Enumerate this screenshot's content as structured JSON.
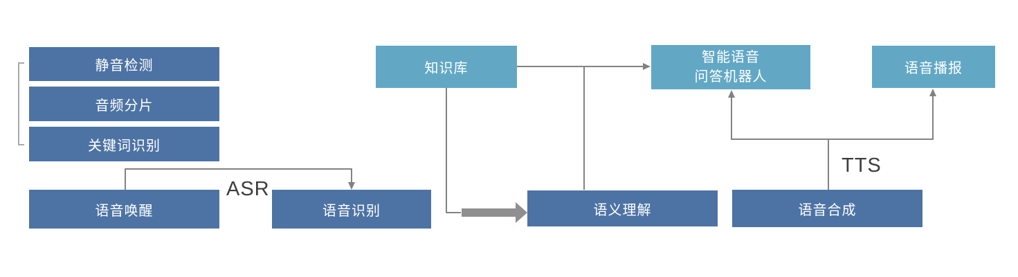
{
  "diagram_title": "",
  "colors": {
    "dark_box": "#4d73a4",
    "light_box": "#62a8c5",
    "box_text": "#ffffff",
    "connector": "#828282",
    "thick_arrow": "#8f8f8f",
    "bracket": "#a9a9a9",
    "label_text": "#3d3d3d"
  },
  "nodes": {
    "silence_detection": {
      "label": "静音检测"
    },
    "audio_segmentation": {
      "label": "音频分片"
    },
    "keyword_recognition": {
      "label": "关键词识别"
    },
    "voice_wakeup": {
      "label": "语音唤醒"
    },
    "speech_recognition": {
      "label": "语音识别"
    },
    "knowledge_base": {
      "label": "知识库"
    },
    "qa_robot": {
      "label_line1": "智能语音",
      "label_line2": "问答机器人"
    },
    "voice_broadcast": {
      "label": "语音播报"
    },
    "semantic_understanding": {
      "label": "语义理解"
    },
    "speech_synthesis": {
      "label": "语音合成"
    }
  },
  "edge_labels": {
    "asr": "ASR",
    "tts": "TTS"
  },
  "edges": [
    {
      "from": "voice_wakeup",
      "to": "speech_recognition",
      "label": "ASR",
      "style": "elbow-arrow"
    },
    {
      "from": "knowledge_base",
      "to": "qa_robot",
      "label": "",
      "style": "arrow"
    },
    {
      "from": "knowledge_base",
      "to": "semantic_understanding",
      "label": "",
      "style": "thick-arrow"
    },
    {
      "from": "qa_robot_branch",
      "to": "semantic_understanding",
      "label": "",
      "style": "line"
    },
    {
      "from": "speech_synthesis",
      "to": "qa_robot",
      "label": "TTS",
      "style": "arrow"
    },
    {
      "from": "speech_synthesis",
      "to": "voice_broadcast",
      "label": "TTS",
      "style": "arrow"
    }
  ]
}
